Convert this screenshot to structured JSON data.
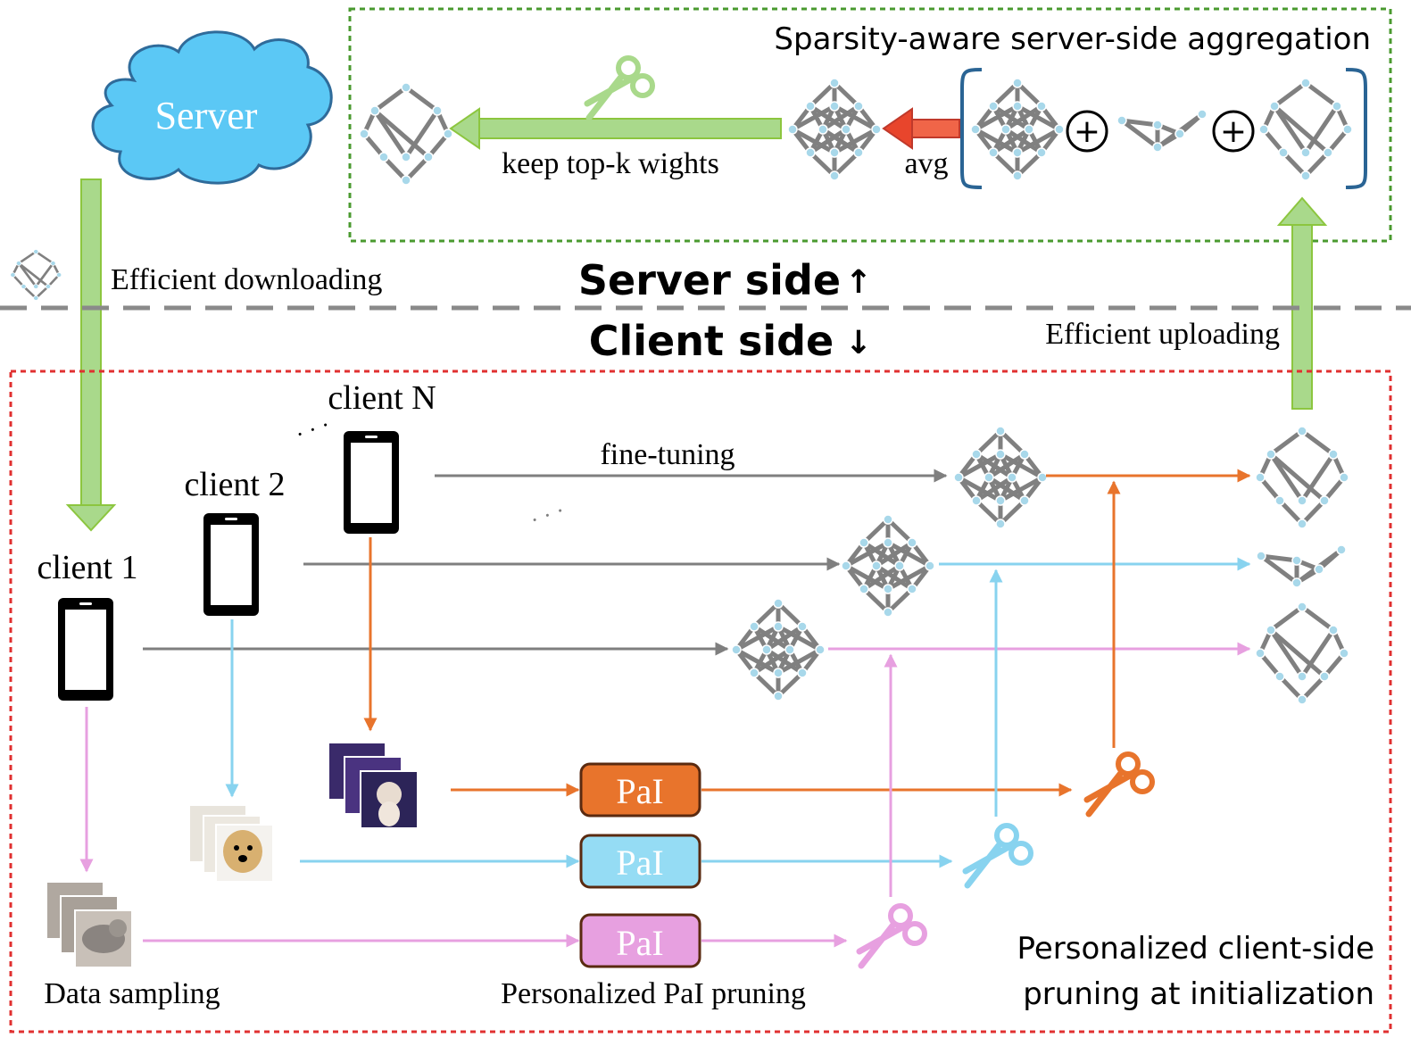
{
  "server_label": "Server",
  "server_box_title": "Sparsity-aware server-side aggregation",
  "keep_topk_label": "keep top-k wights",
  "avg_label": "avg",
  "plus_symbol": "+",
  "efficient_downloading": "Efficient downloading",
  "efficient_uploading": "Efficient uploading",
  "server_side_label": "Server side",
  "client_side_label": "Client side",
  "server_side_arrow": "↑",
  "client_side_arrow": "↓",
  "clients": {
    "client1": "client 1",
    "client2": "client 2",
    "clientN": "client N"
  },
  "ellipsis": "· · ·",
  "fine_tuning_label": "fine-tuning",
  "pai_label": "PaI",
  "data_sampling_label": "Data sampling",
  "personalized_pai_pruning_label": "Personalized PaI pruning",
  "client_box_title_line1": "Personalized client-side",
  "client_box_title_line2": "pruning at initialization",
  "colors": {
    "arrow_green": "#a9d98b",
    "arrow_green_stroke": "#8cc63f",
    "cyan": "#88d3ef",
    "orange": "#e8742c",
    "pink": "#e7a0e0",
    "gray": "#7f7f7f",
    "red_arrow": "#e8452c",
    "cloud_fill": "#5bc8f5",
    "cloud_stroke": "#2f6b9a",
    "bracket": "#2a6494",
    "server_box": "#4a9a2f",
    "client_box": "#e03030"
  }
}
